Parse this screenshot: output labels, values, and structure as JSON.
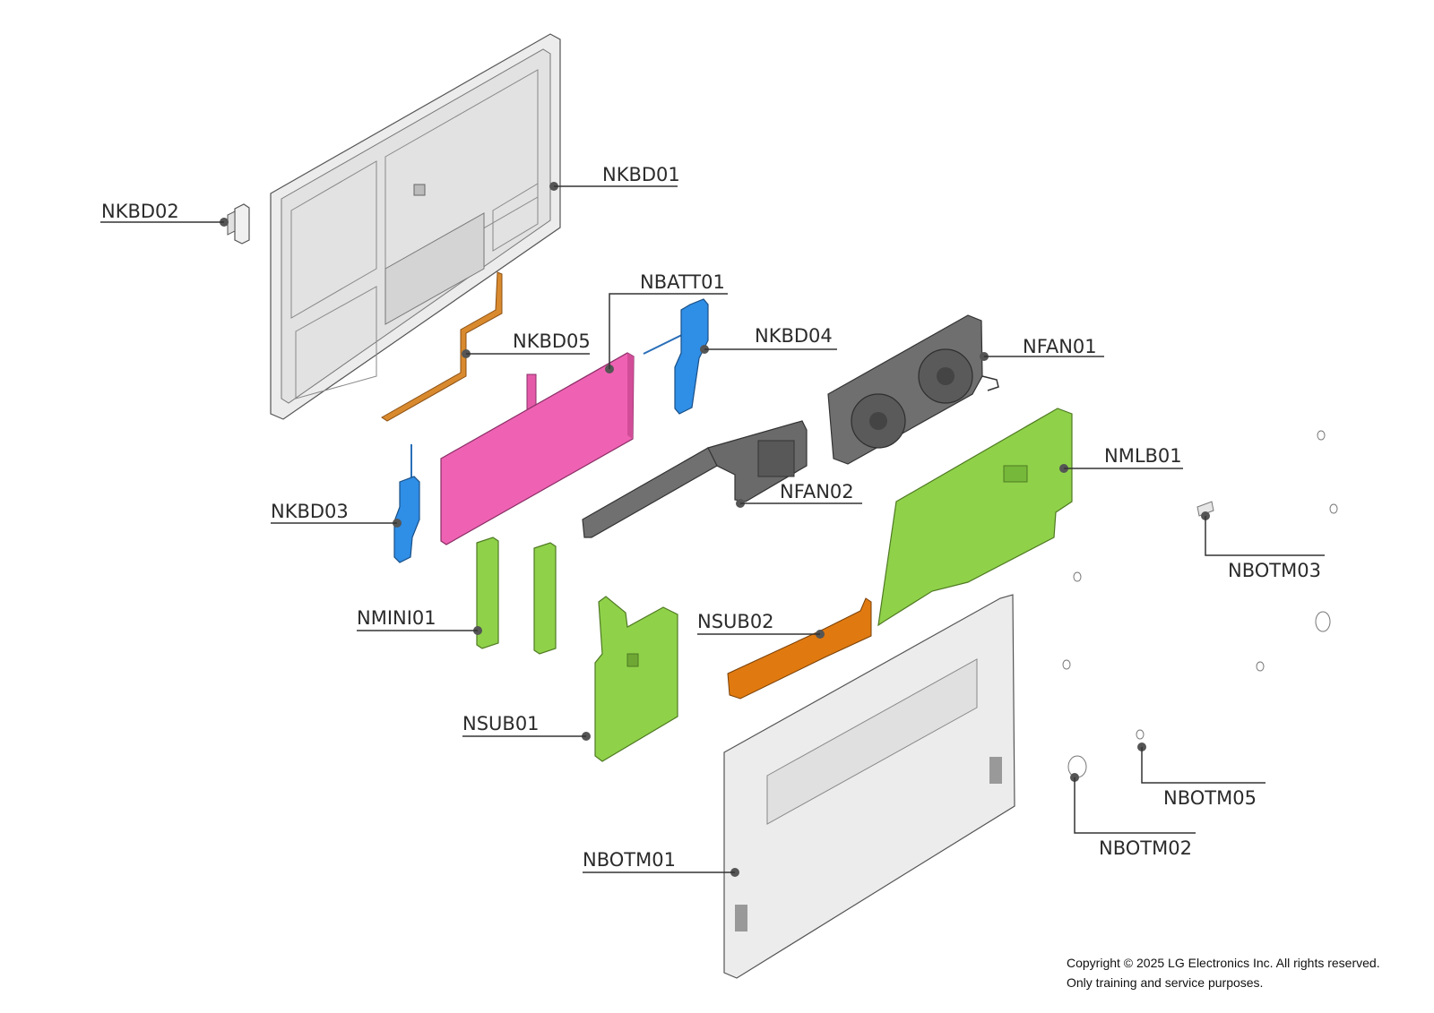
{
  "diagram": {
    "labels": {
      "nkbd01": "NKBD01",
      "nkbd02": "NKBD02",
      "nbatt01": "NBATT01",
      "nkbd05": "NKBD05",
      "nkbd04": "NKBD04",
      "nfan01": "NFAN01",
      "nmlb01": "NMLB01",
      "nfan02": "NFAN02",
      "nkbd03": "NKBD03",
      "nmini01": "NMINI01",
      "nsub02": "NSUB02",
      "nbotm03": "NBOTM03",
      "nsub01": "NSUB01",
      "nbotm05": "NBOTM05",
      "nbotm02": "NBOTM02",
      "nbotm01": "NBOTM01"
    },
    "colors": {
      "frame": "#e8e8e8",
      "battery": "#ef62b3",
      "speaker": "#2f8ee6",
      "board": "#8fd24a",
      "cable": "#e07a10",
      "fan": "#6f6f6f",
      "leader": "#333333"
    }
  },
  "footer": {
    "copyright": "Copyright © 2025 LG Electronics Inc. All rights reserved.",
    "purpose": "Only training and service purposes."
  }
}
